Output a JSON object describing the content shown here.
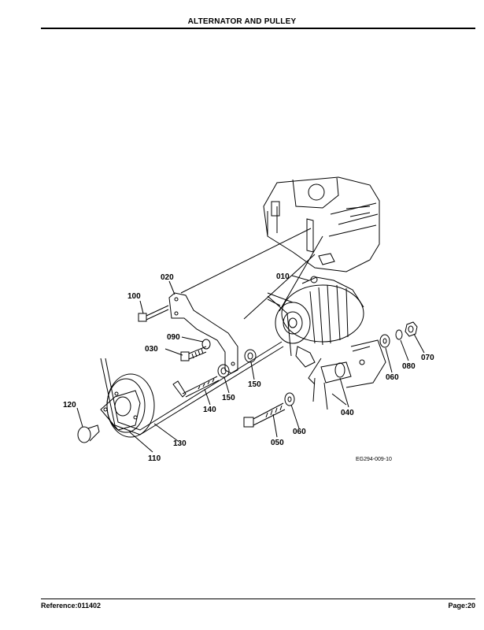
{
  "header": {
    "title": "ALTERNATOR AND PULLEY"
  },
  "footer": {
    "reference": "Reference:011402",
    "page": "Page:20"
  },
  "diagram": {
    "figure_code": "EG294-009-10",
    "callouts": {
      "p010": "010",
      "p020": "020",
      "p030": "030",
      "p040": "040",
      "p050": "050",
      "p060a": "060",
      "p060b": "060",
      "p070": "070",
      "p080": "080",
      "p090": "090",
      "p100": "100",
      "p110": "110",
      "p120": "120",
      "p130": "130",
      "p140": "140",
      "p150a": "150",
      "p150b": "150"
    }
  }
}
